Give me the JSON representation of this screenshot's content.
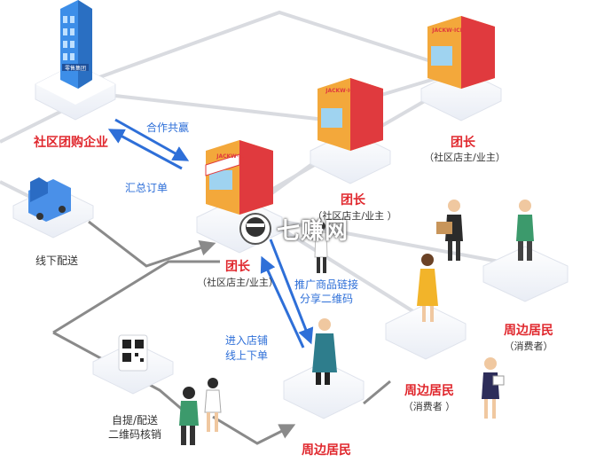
{
  "enterprise": {
    "label": "社区团购企业"
  },
  "leader_main": {
    "title": "团长",
    "subtitle": "（社区店主/业主）"
  },
  "leader_top": {
    "title": "团长",
    "subtitle": "（社区店主/业主）"
  },
  "leader_mid": {
    "title": "团长",
    "subtitle": "（社区店主/业主 ）"
  },
  "resident_right": {
    "title": "周边居民",
    "subtitle": "（消费者）"
  },
  "resident_mid": {
    "title": "周边居民",
    "subtitle": "（消费者 ）"
  },
  "resident_bottom": {
    "title": "周边居民"
  },
  "flows": {
    "cooperate": "合作共赢",
    "summary_orders": "汇总订单",
    "promote_line1": "推广商品链接",
    "promote_line2": "分享二维码",
    "enter_line1": "进入店铺",
    "enter_line2": "线上下单"
  },
  "offline_delivery": "线下配送",
  "pickup_line1": "自提/配送",
  "pickup_line2": "二维码核销",
  "shop_sign": "JACKW·ICE",
  "building_sign": "零售集团",
  "watermark": "七赚网",
  "colors": {
    "accent_red": "#e0282e",
    "flow_blue": "#2e6fd8",
    "line_grey": "#8a8a8a"
  }
}
